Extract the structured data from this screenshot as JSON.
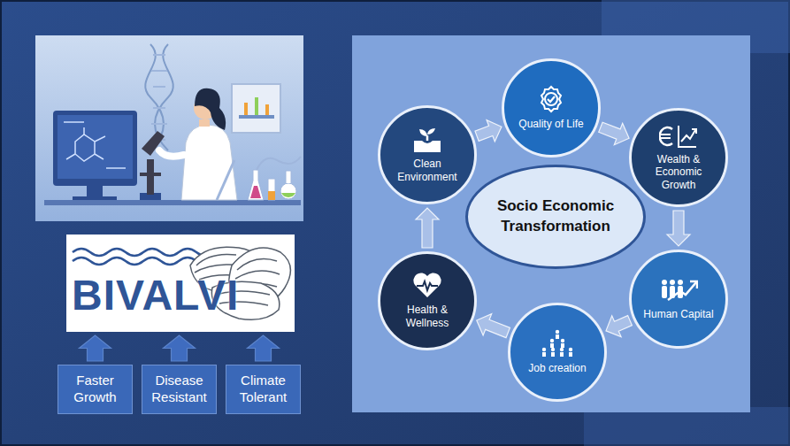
{
  "diagram": {
    "nodes": [
      {
        "text": [
          "BIVALVI"
        ]
      },
      {
        "text": [
          "Faster Growth"
        ]
      },
      {
        "text": [
          "Disease Resistant"
        ]
      },
      {
        "text": [
          "Climate Tolerant"
        ]
      },
      {
        "text": [
          "Socio Economic Transformation"
        ]
      },
      {
        "text": [
          "Quality of Life"
        ]
      },
      {
        "text": [
          "Wealth & Economic Growth"
        ]
      },
      {
        "text": [
          "Human Capital"
        ]
      },
      {
        "text": [
          "Job creation"
        ]
      },
      {
        "text": [
          "Health & Wellness"
        ]
      },
      {
        "text": [
          "Clean Environment"
        ]
      }
    ],
    "edges": [
      {
        "from": 1,
        "to": 0,
        "arrow": "to"
      },
      {
        "from": 2,
        "to": 0,
        "arrow": "to"
      },
      {
        "from": 3,
        "to": 0,
        "arrow": "to"
      },
      {
        "from": 5,
        "to": 6,
        "arrow": "to"
      },
      {
        "from": 6,
        "to": 7,
        "arrow": "to"
      },
      {
        "from": 7,
        "to": 8,
        "arrow": "to"
      },
      {
        "from": 8,
        "to": 9,
        "arrow": "to"
      },
      {
        "from": 9,
        "to": 10,
        "arrow": "to"
      },
      {
        "from": 10,
        "to": 5,
        "arrow": "to"
      }
    ]
  }
}
